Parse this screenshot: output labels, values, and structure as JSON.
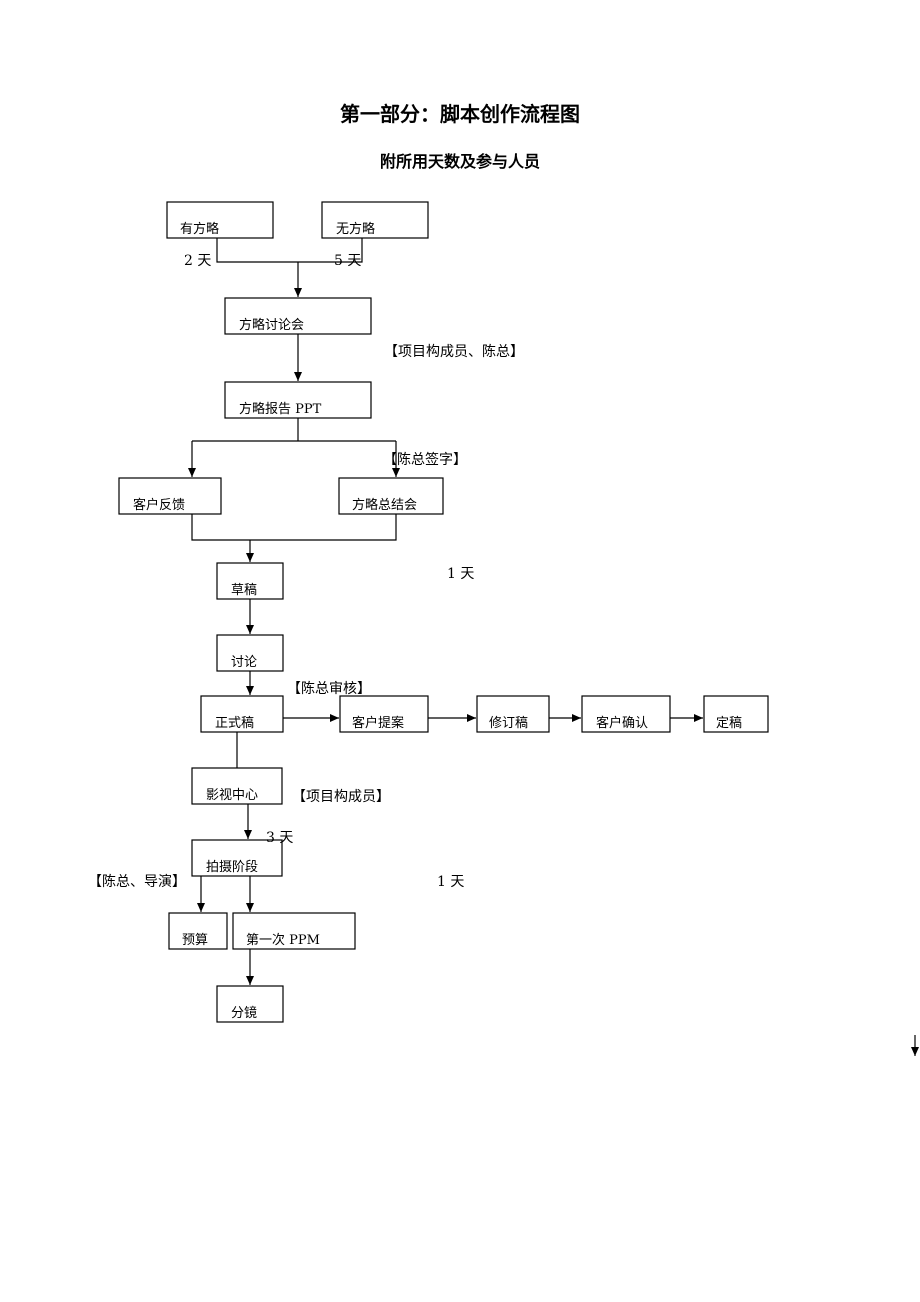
{
  "page": {
    "title": "第一部分：脚本创作流程图",
    "subtitle": "附所用天数及参与人员"
  },
  "boxes": {
    "has_strategy": "有方略",
    "no_strategy": "无方略",
    "strategy_meeting": "方略讨论会",
    "strategy_report": "方略报告 PPT",
    "client_feedback": "客户反馈",
    "strategy_summary": "方略总结会",
    "draft": "草稿",
    "discussion": "讨论",
    "formal_draft": "正式稿",
    "client_proposal": "客户提案",
    "revision": "修订稿",
    "client_confirm": "客户确认",
    "final": "定稿",
    "video_center": "影视中心",
    "shooting_stage": "拍摄阶段",
    "budget": "预算",
    "first_ppm": "第一次 PPM",
    "storyboard": "分镜"
  },
  "notes": {
    "days_2": "2 天",
    "days_5": "5 天",
    "members_boss": "【项目构成员、陈总】",
    "boss_sign": "【陈总签字】",
    "days_1_a": "1 天",
    "boss_review": "【陈总审核】",
    "members": "【项目构成员】",
    "days_3": "3 天",
    "boss_director": "【陈总、导演】",
    "days_1_b": "1 天"
  }
}
